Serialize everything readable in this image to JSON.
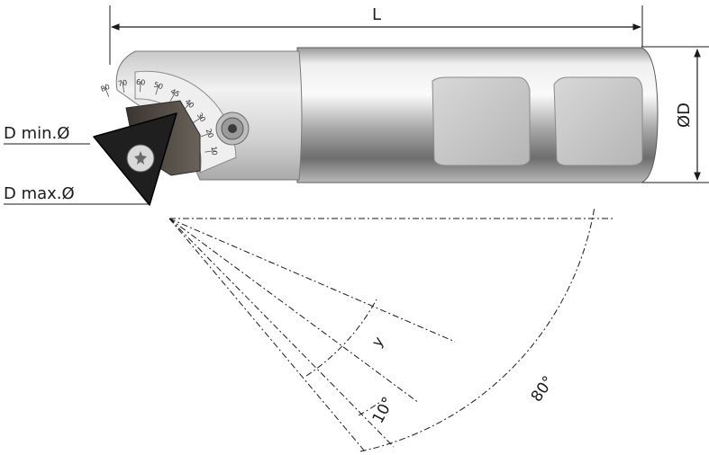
{
  "labels": {
    "length": "L",
    "diameter": "ØD",
    "d_min": "D min.Ø",
    "d_max": "D max.Ø",
    "angle_y": "y",
    "angle_10": "10°",
    "angle_80": "80°"
  },
  "scale_marks": [
    "80",
    "70",
    "60",
    "50",
    "45",
    "40",
    "30",
    "20",
    "10"
  ],
  "colors": {
    "line": "#1a1a1a",
    "body_light": "#e4e4e4",
    "body_dark": "#8a8a8a",
    "insert": "#1f1f1f"
  },
  "icons": {
    "screw": "torx-screw-icon",
    "clamp": "clamp-screw-icon"
  }
}
